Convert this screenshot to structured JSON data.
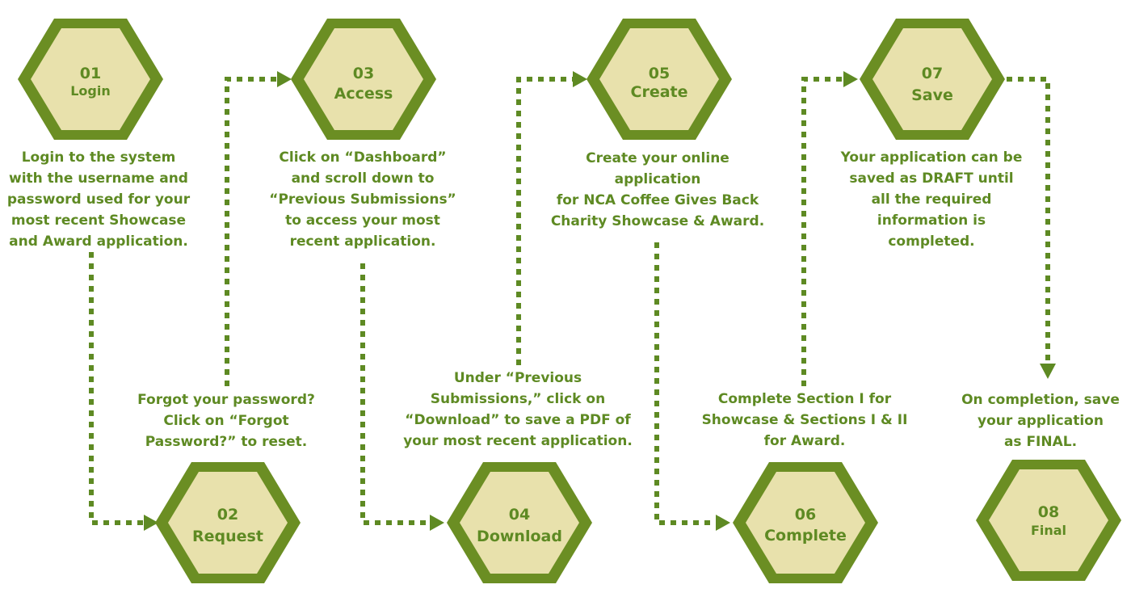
{
  "steps": [
    {
      "num": "01",
      "label": "Login",
      "desc": [
        "Login to the system",
        "with the username and",
        "password used for your",
        "most recent Showcase",
        "and Award application."
      ]
    },
    {
      "num": "02",
      "label": "Request",
      "desc": [
        "Forgot your password?",
        "Click on “Forgot",
        "Password?” to reset."
      ]
    },
    {
      "num": "03",
      "label": "Access",
      "desc": [
        "Click on “Dashboard”",
        "and scroll down to",
        "“Previous Submissions”",
        "to access your most",
        "recent application."
      ]
    },
    {
      "num": "04",
      "label": "Download",
      "desc": [
        "Under “Previous",
        "Submissions,” click on",
        "“Download” to save a PDF of",
        "your most recent application."
      ]
    },
    {
      "num": "05",
      "label": "Create",
      "desc": [
        "Create your online",
        "application",
        "for NCA Coffee Gives Back",
        "Charity Showcase & Award."
      ]
    },
    {
      "num": "06",
      "label": "Complete",
      "desc": [
        "Complete Section I for",
        "Showcase & Sections I & II",
        "for Award."
      ]
    },
    {
      "num": "07",
      "label": "Save",
      "desc": [
        "Your application can be",
        "saved as DRAFT until",
        "all the required",
        "information is",
        "completed."
      ]
    },
    {
      "num": "08",
      "label": "Final",
      "desc": [
        "On completion, save",
        "your application",
        "as FINAL."
      ]
    }
  ],
  "colors": {
    "outer": "#6b8e23",
    "inner": "#e8e1ac",
    "text": "#5e8a23"
  }
}
